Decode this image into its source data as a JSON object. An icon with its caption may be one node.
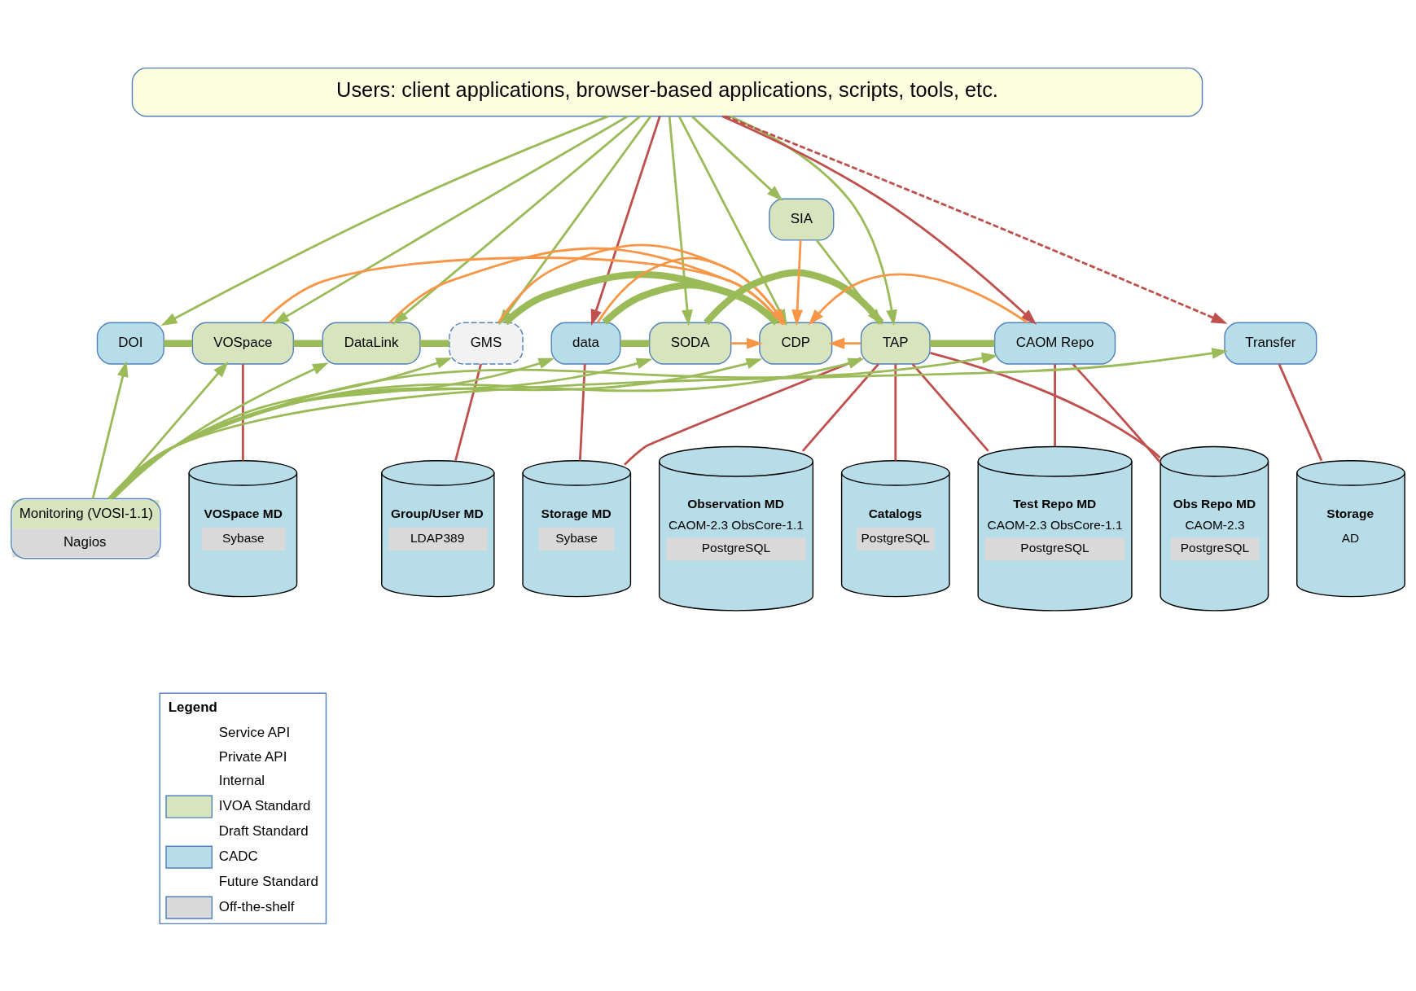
{
  "diagram": {
    "nodes": [
      {
        "text": [
          "Users: client applications, browser-based applications, scripts, tools, etc."
        ]
      },
      {
        "text": [
          "DOI"
        ]
      },
      {
        "text": [
          "VOSpace"
        ]
      },
      {
        "text": [
          "DataLink"
        ]
      },
      {
        "text": [
          "GMS"
        ]
      },
      {
        "text": [
          "CDP"
        ]
      },
      {
        "text": [
          "data"
        ]
      },
      {
        "text": [
          "SODA"
        ]
      },
      {
        "text": [
          "SIA"
        ]
      },
      {
        "text": [
          "TAP"
        ]
      },
      {
        "text": [
          "CAOM Repo"
        ]
      },
      {
        "text": [
          "Transfer"
        ]
      },
      {
        "text": [
          "Monitoring (VOSI-1.1)",
          "Nagios"
        ]
      },
      {
        "text": [
          "VOSpace MD",
          "Sybase"
        ]
      },
      {
        "text": [
          "Group/User MD",
          "LDAP389"
        ]
      },
      {
        "text": [
          "Storage MD",
          "Sybase"
        ]
      },
      {
        "text": [
          "Catalogs",
          "PostgreSQL"
        ]
      },
      {
        "text": [
          "Observation MD",
          "CAOM-2.3 ObsCore-1.1",
          "PostgreSQL"
        ]
      },
      {
        "text": [
          "Obs Repo MD",
          "CAOM-2.3",
          "PostgreSQL"
        ]
      },
      {
        "text": [
          "Test Repo MD",
          "CAOM-2.3 ObsCore-1.1",
          "PostgreSQL"
        ]
      },
      {
        "text": [
          "Storage",
          "AD"
        ]
      }
    ],
    "edges": [
      {
        "from": 0,
        "to": 1,
        "arrow": "to"
      },
      {
        "from": 0,
        "to": 2,
        "arrow": "to"
      },
      {
        "from": 0,
        "to": 3,
        "arrow": "to"
      },
      {
        "from": 0,
        "to": 4,
        "arrow": "to"
      },
      {
        "from": 0,
        "to": 5,
        "arrow": "to"
      },
      {
        "from": 0,
        "to": 6,
        "arrow": "to",
        "color": "#c0504d"
      },
      {
        "from": 0,
        "to": 7,
        "arrow": "to"
      },
      {
        "from": 0,
        "to": 9,
        "arrow": "to"
      },
      {
        "from": 0,
        "to": 8,
        "arrow": "to"
      },
      {
        "from": 0,
        "to": 10,
        "arrow": "to",
        "color": "#c0504d"
      },
      {
        "from": 0,
        "to": 11,
        "arrow": "to",
        "style": "dashed",
        "color": "#c0504d"
      },
      {
        "from": 8,
        "to": 9,
        "arrow": "to"
      },
      {
        "from": 1,
        "to": 2,
        "arrow": "none",
        "style": "thick"
      },
      {
        "from": 2,
        "to": 3,
        "arrow": "none",
        "style": "thick"
      },
      {
        "from": 3,
        "to": 4,
        "arrow": "none",
        "style": "thick"
      },
      {
        "from": 4,
        "to": 5,
        "arrow": "none",
        "style": "thick"
      },
      {
        "from": 5,
        "to": 6,
        "arrow": "none",
        "style": "thick"
      },
      {
        "from": 6,
        "to": 7,
        "arrow": "none",
        "style": "thick"
      },
      {
        "from": 7,
        "to": 9,
        "arrow": "none",
        "style": "thick"
      },
      {
        "from": 9,
        "to": 10,
        "arrow": "none",
        "style": "thick"
      },
      {
        "from": 2,
        "to": 5,
        "arrow": "to",
        "color": "#f79646"
      },
      {
        "from": 3,
        "to": 5,
        "arrow": "to",
        "color": "#f79646"
      },
      {
        "from": 4,
        "to": 5,
        "arrow": "to",
        "color": "#f79646"
      },
      {
        "from": 6,
        "to": 5,
        "arrow": "to",
        "color": "#f79646"
      },
      {
        "from": 7,
        "to": 5,
        "arrow": "to",
        "color": "#f79646"
      },
      {
        "from": 8,
        "to": 5,
        "arrow": "to",
        "color": "#f79646"
      },
      {
        "from": 9,
        "to": 5,
        "arrow": "to",
        "color": "#f79646"
      },
      {
        "from": 10,
        "to": 5,
        "arrow": "to",
        "color": "#f79646"
      },
      {
        "from": 12,
        "to": 1,
        "arrow": "to"
      },
      {
        "from": 12,
        "to": 2,
        "arrow": "to"
      },
      {
        "from": 12,
        "to": 3,
        "arrow": "to"
      },
      {
        "from": 12,
        "to": 4,
        "arrow": "to"
      },
      {
        "from": 12,
        "to": 5,
        "arrow": "to"
      },
      {
        "from": 12,
        "to": 6,
        "arrow": "to"
      },
      {
        "from": 12,
        "to": 7,
        "arrow": "to"
      },
      {
        "from": 12,
        "to": 9,
        "arrow": "to"
      },
      {
        "from": 12,
        "to": 10,
        "arrow": "to"
      },
      {
        "from": 12,
        "to": 11,
        "arrow": "to"
      },
      {
        "from": 2,
        "to": 13,
        "arrow": "none",
        "color": "#c0504d"
      },
      {
        "from": 4,
        "to": 14,
        "arrow": "none",
        "color": "#c0504d"
      },
      {
        "from": 6,
        "to": 15,
        "arrow": "none",
        "color": "#c0504d"
      },
      {
        "from": 9,
        "to": 15,
        "arrow": "none",
        "color": "#c0504d"
      },
      {
        "from": 9,
        "to": 16,
        "arrow": "none",
        "color": "#c0504d"
      },
      {
        "from": 9,
        "to": 17,
        "arrow": "none",
        "color": "#c0504d"
      },
      {
        "from": 9,
        "to": 18,
        "arrow": "none",
        "color": "#c0504d"
      },
      {
        "from": 9,
        "to": 19,
        "arrow": "none",
        "color": "#c0504d"
      },
      {
        "from": 10,
        "to": 18,
        "arrow": "none",
        "color": "#c0504d"
      },
      {
        "from": 10,
        "to": 19,
        "arrow": "none",
        "color": "#c0504d"
      },
      {
        "from": 11,
        "to": 20,
        "arrow": "none",
        "color": "#c0504d"
      }
    ],
    "labels": [
      "Legend"
    ],
    "legend": [
      {
        "text": "Service API"
      },
      {
        "text": "Private API"
      },
      {
        "text": "Internal"
      },
      {
        "text": "IVOA Standard",
        "color": "#d7e4bd"
      },
      {
        "text": "Draft Standard"
      },
      {
        "text": "CADC",
        "color": "#b7dde8"
      },
      {
        "text": "Future Standard"
      },
      {
        "text": "Off-the-shelf",
        "color": "#d9d9d9"
      }
    ]
  }
}
